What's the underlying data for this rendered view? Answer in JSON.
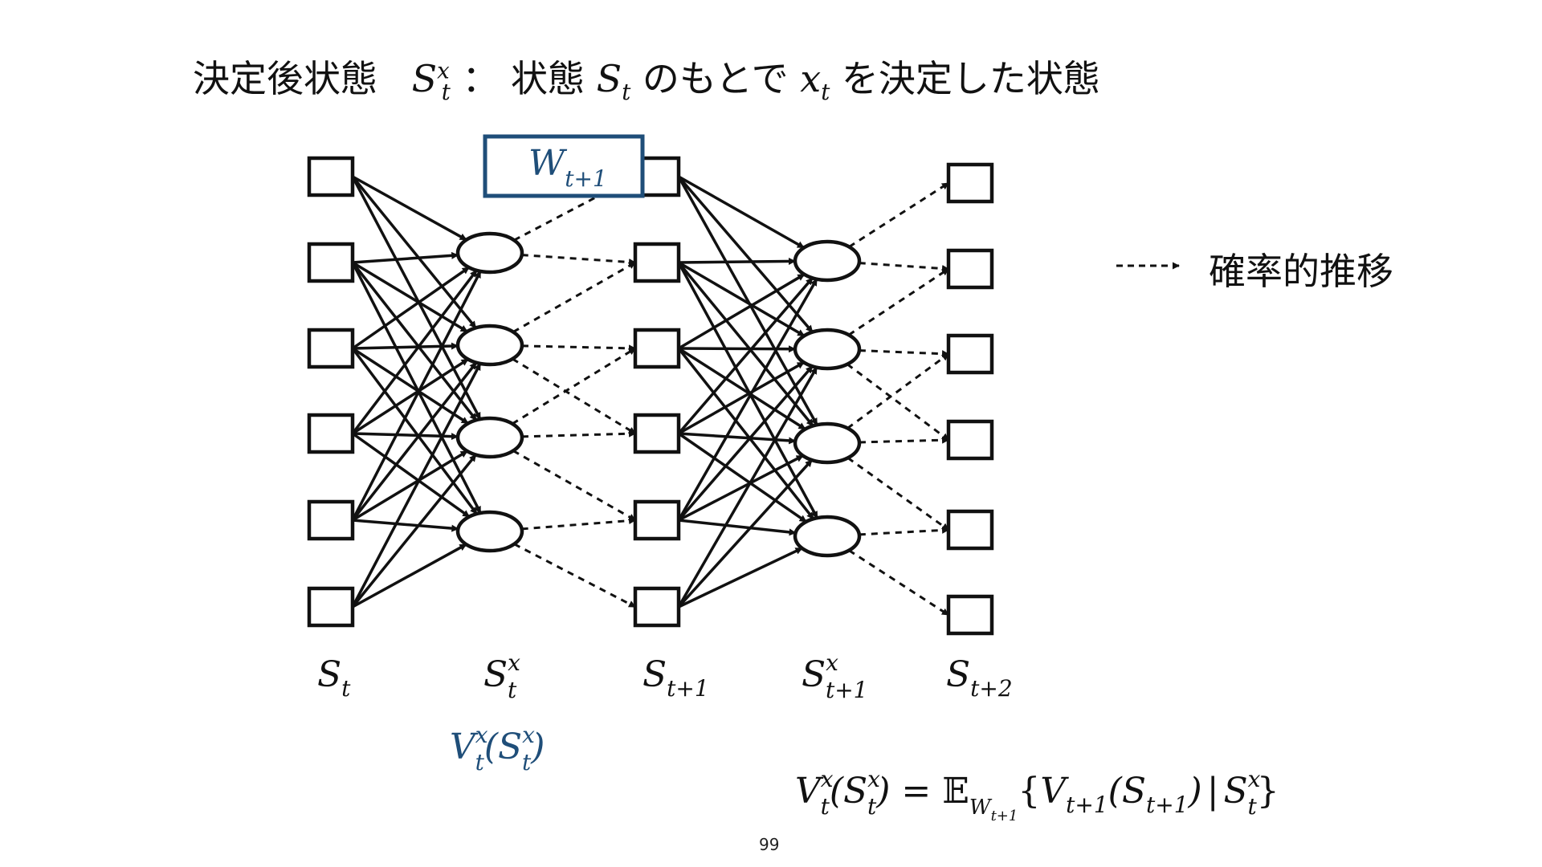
{
  "title": {
    "prefix": "決定後状態",
    "sym_main": "S",
    "sym_sup": "x",
    "sym_sub": "t",
    "colon": "：",
    "mid1": "状態",
    "s_main": "S",
    "s_sub": "t",
    "mid2": "のもとで",
    "x_main": "x",
    "x_sub": "t",
    "suffix": "を決定した状態"
  },
  "legend": {
    "label": "確率的推移"
  },
  "noise_box": {
    "main": "W",
    "sub": "t+1"
  },
  "columns": [
    {
      "main": "S",
      "sup": "",
      "sub": "t"
    },
    {
      "main": "S",
      "sup": "x",
      "sub": "t"
    },
    {
      "main": "S",
      "sup": "",
      "sub": "t+1"
    },
    {
      "main": "S",
      "sup": "x",
      "sub": "t+1"
    },
    {
      "main": "S",
      "sup": "",
      "sub": "t+2"
    }
  ],
  "value_label": {
    "V": "V",
    "V_sup": "x",
    "V_sub": "t",
    "open": "(",
    "S": "S",
    "S_sup": "x",
    "S_sub": "t",
    "close": ")"
  },
  "equation": {
    "V": "V",
    "V_sup": "x",
    "V_sub": "t",
    "open": "(",
    "S": "S",
    "S_sup": "x",
    "S_sub": "t",
    "close": ")",
    "eq": "=",
    "E": "𝔼",
    "E_sub_W": "W",
    "E_sub_t": "t+1",
    "lbrace": "{",
    "V2": "V",
    "V2_sub": "t+1",
    "open2": "(",
    "S2": "S",
    "S2_sub": "t+1",
    "close2": ")",
    "bar": "|",
    "S3": "S",
    "S3_sup": "x",
    "S3_sub": "t",
    "rbrace": "}"
  },
  "page_number": "99",
  "colors": {
    "ink": "#111111",
    "accent": "#1f4e79"
  }
}
